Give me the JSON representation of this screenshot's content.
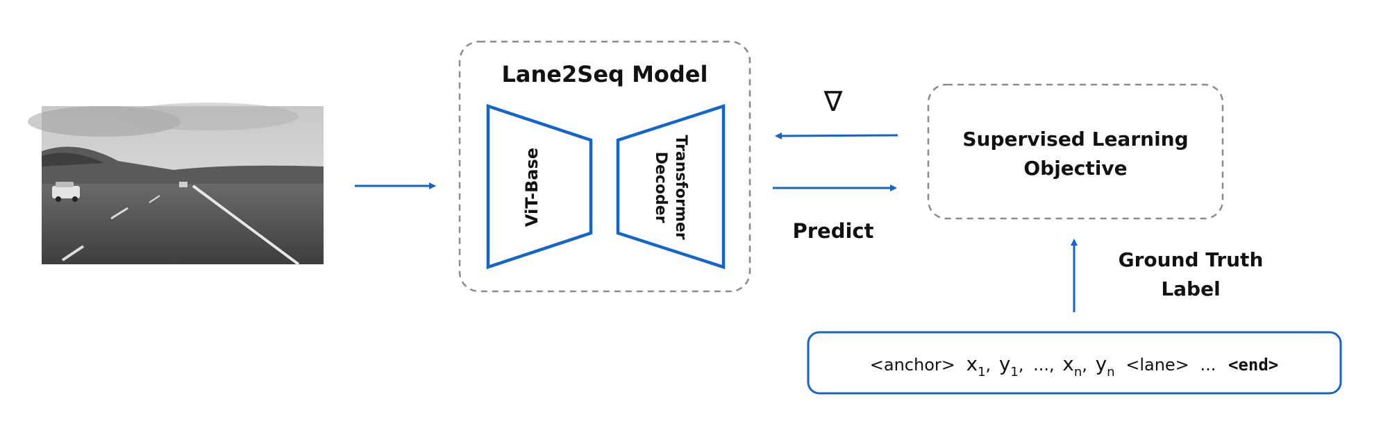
{
  "colors": {
    "accent": "#1565c8",
    "dashed_border": "#8a8a8a",
    "text": "#111111"
  },
  "input_image": {
    "description_icon": "road-photo"
  },
  "model": {
    "title": "Lane2Seq Model",
    "encoder_label": "ViT-Base",
    "decoder_label_line1": "Transformer",
    "decoder_label_line2": "Decoder"
  },
  "gradient_symbol": "∇",
  "predict_label": "Predict",
  "objective": {
    "line1": "Supervised Learning",
    "line2": "Objective"
  },
  "ground_truth": {
    "line1": "Ground Truth",
    "line2": "Label"
  },
  "sequence": {
    "anchor": "<anchor>",
    "x": "x",
    "y": "y",
    "sub_1": "1",
    "sub_n": "n",
    "comma": ",",
    "ellipsis": "...",
    "lane": "<lane>",
    "end": "<end>"
  }
}
